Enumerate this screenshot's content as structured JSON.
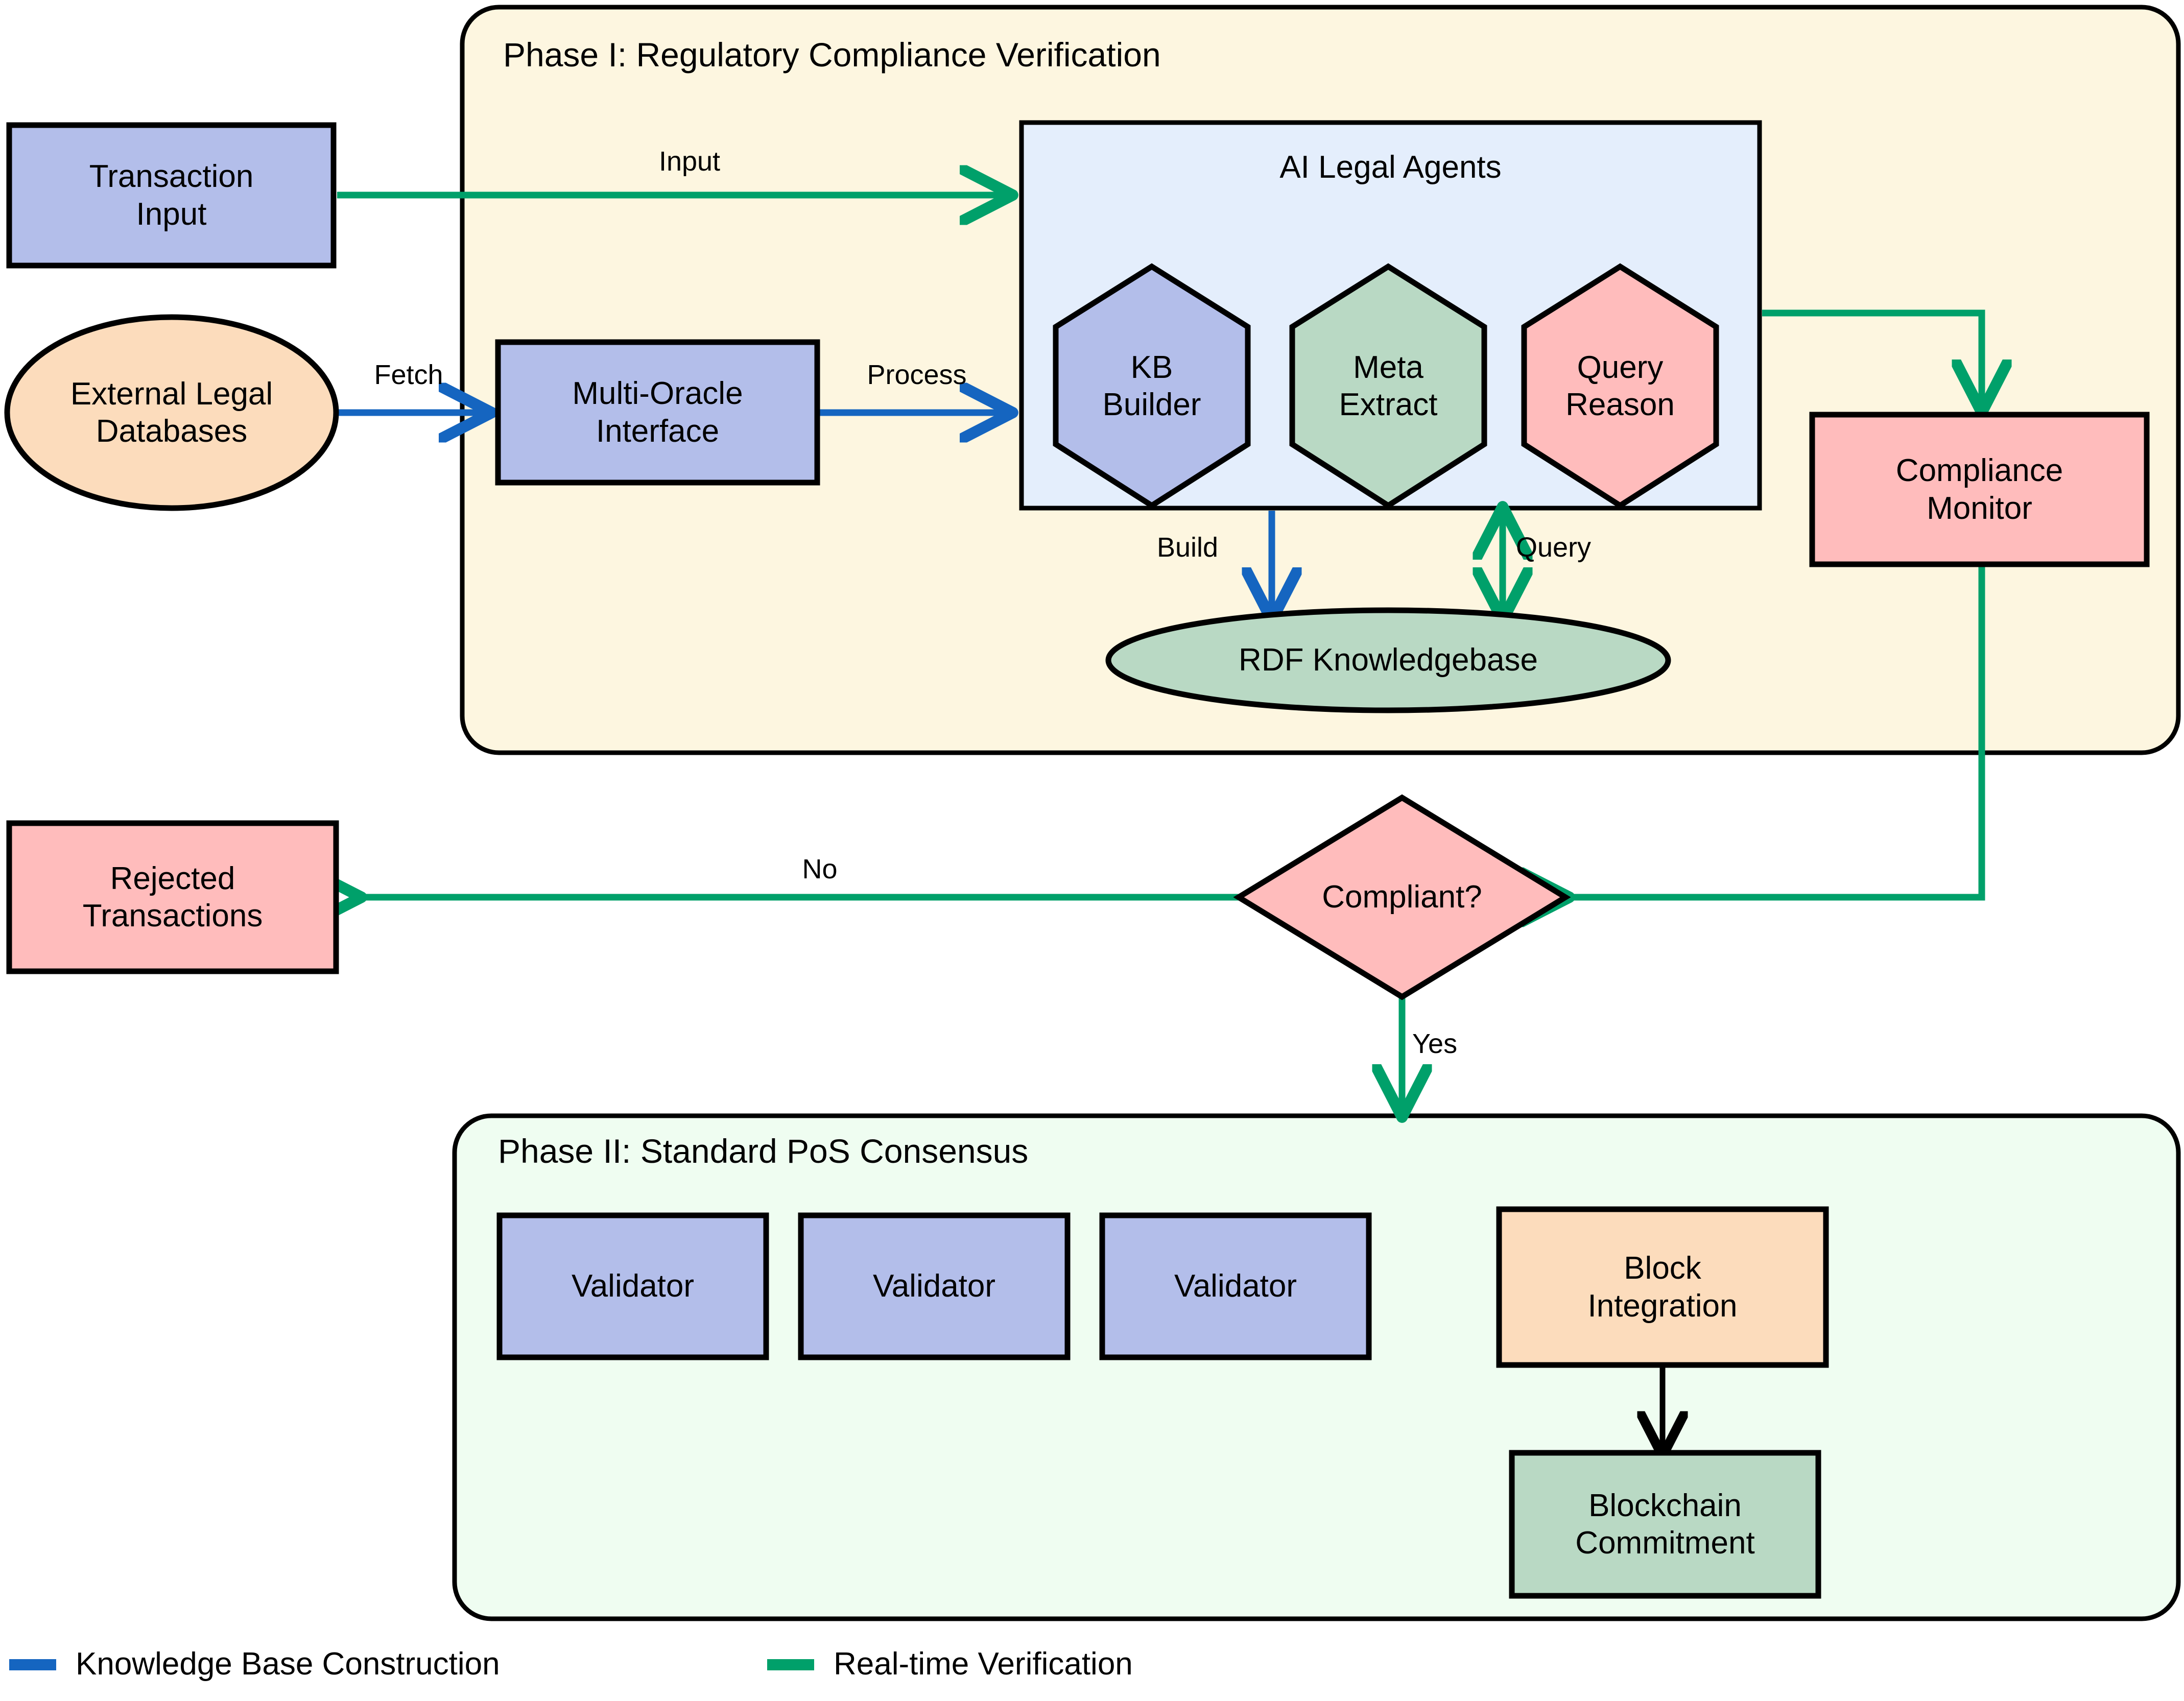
{
  "diagram": {
    "title": "Two-phase regulatory compliance and PoS consensus flowchart",
    "colors": {
      "lavender": "#b3beea",
      "pink": "#ffbcbc",
      "peach": "#fcdcbc",
      "mint": "#b9d9c4",
      "lightblue": "#e4eefc",
      "phase1_bg": "#fdf6e0",
      "phase2_bg": "#effdf1",
      "green_edge": "#00a06a",
      "blue_edge": "#1565c0",
      "black_edge": "#000000"
    }
  },
  "phase1": {
    "title": "Phase I: Regulatory Compliance Verification",
    "agents_panel": {
      "title": "AI Legal Agents"
    },
    "nodes": {
      "transaction_input": "Transaction\nInput",
      "external_legal_databases": "External Legal\nDatabases",
      "multi_oracle_interface": "Multi-Oracle\nInterface",
      "kb_builder": "KB\nBuilder",
      "meta_extract": "Meta\nExtract",
      "query_reason": "Query\nReason",
      "rdf_knowledgebase": "RDF Knowledgebase",
      "compliance_monitor": "Compliance\nMonitor"
    },
    "edge_labels": {
      "input": "Input",
      "fetch": "Fetch",
      "process": "Process",
      "build": "Build",
      "query": "Query"
    }
  },
  "decision": {
    "label": "Compliant?",
    "no_label": "No",
    "yes_label": "Yes",
    "rejected": "Rejected\nTransactions"
  },
  "phase2": {
    "title": "Phase II: Standard PoS Consensus",
    "validators": [
      "Validator",
      "Validator",
      "Validator"
    ],
    "block_integration": "Block\nIntegration",
    "blockchain_commitment": "Blockchain\nCommitment"
  },
  "legend": {
    "items": [
      {
        "label": "Knowledge Base Construction",
        "color": "#1565c0"
      },
      {
        "label": "Real-time Verification",
        "color": "#00a06a"
      }
    ]
  }
}
